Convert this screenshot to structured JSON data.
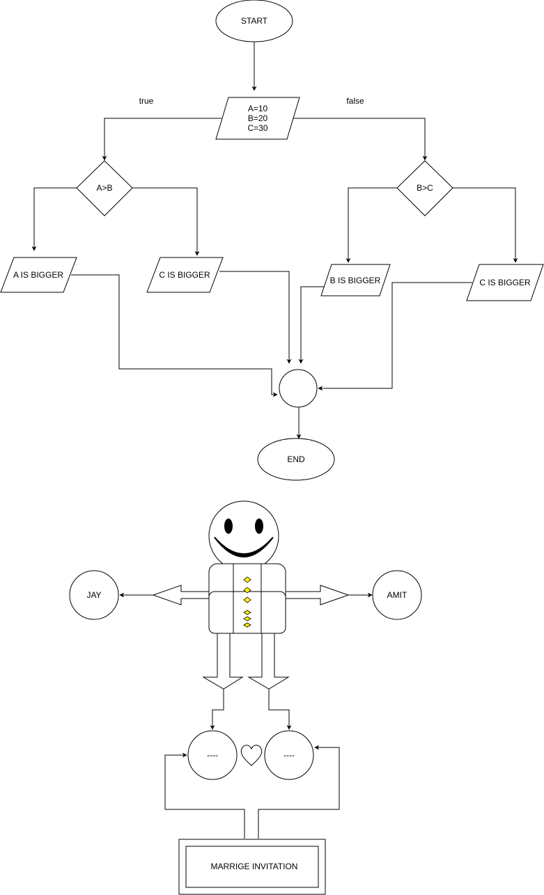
{
  "flowchart": {
    "start": "START",
    "input_lines": [
      "A=10",
      "B=20",
      "C=30"
    ],
    "branch_true": "true",
    "branch_false": "false",
    "decision_left": "A>B",
    "decision_right": "B>C",
    "out_a_bigger": "A IS BIGGER",
    "out_c_bigger_left": "C IS BIGGER",
    "out_b_bigger": "B IS BIGGER",
    "out_c_bigger_right": "C IS BIGGER",
    "end": "END"
  },
  "figure": {
    "left_circle": "JAY",
    "right_circle": "AMIT",
    "bottom_left_circle": "----",
    "bottom_right_circle": "----",
    "invitation": "MARRIGE INVITATION",
    "button_color": "#ffee00"
  }
}
